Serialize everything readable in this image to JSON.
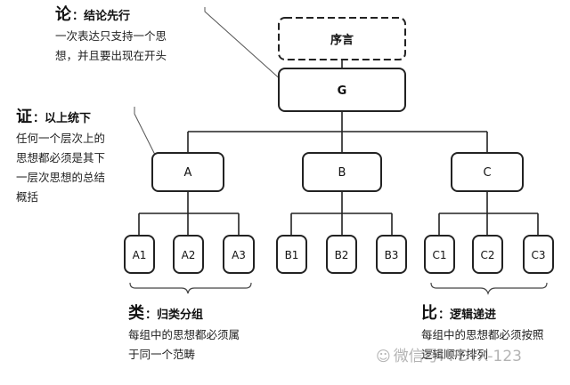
{
  "nodes": {
    "preface": "序言",
    "G": "G",
    "A": "A",
    "B": "B",
    "C": "C",
    "A1": "A1",
    "A2": "A2",
    "A3": "A3",
    "B1": "B1",
    "B2": "B2",
    "B3": "B3",
    "C1": "C1",
    "C2": "C2",
    "C3": "C3"
  },
  "annotations": {
    "lun": {
      "char": "论",
      "title": "：结论先行",
      "lines": [
        "一次表达只支持一个思",
        "想，并且要出现在开头"
      ]
    },
    "zheng": {
      "char": "证",
      "title": "：以上统下",
      "lines": [
        "任何一个层次上的",
        "思想都必须是其下",
        "一层次思想的总结",
        "概括"
      ]
    },
    "lei": {
      "char": "类",
      "title": "：归类分组",
      "lines": [
        "每组中的思想都必须属",
        "于同一个范畴"
      ]
    },
    "bi": {
      "char": "比",
      "title": "：逻辑递进",
      "lines": [
        "每组中的思想都必须按照",
        "逻辑顺序排列"
      ]
    }
  },
  "watermark": {
    "icon": "wechat-icon",
    "text": "微信号: PDYX-123"
  }
}
